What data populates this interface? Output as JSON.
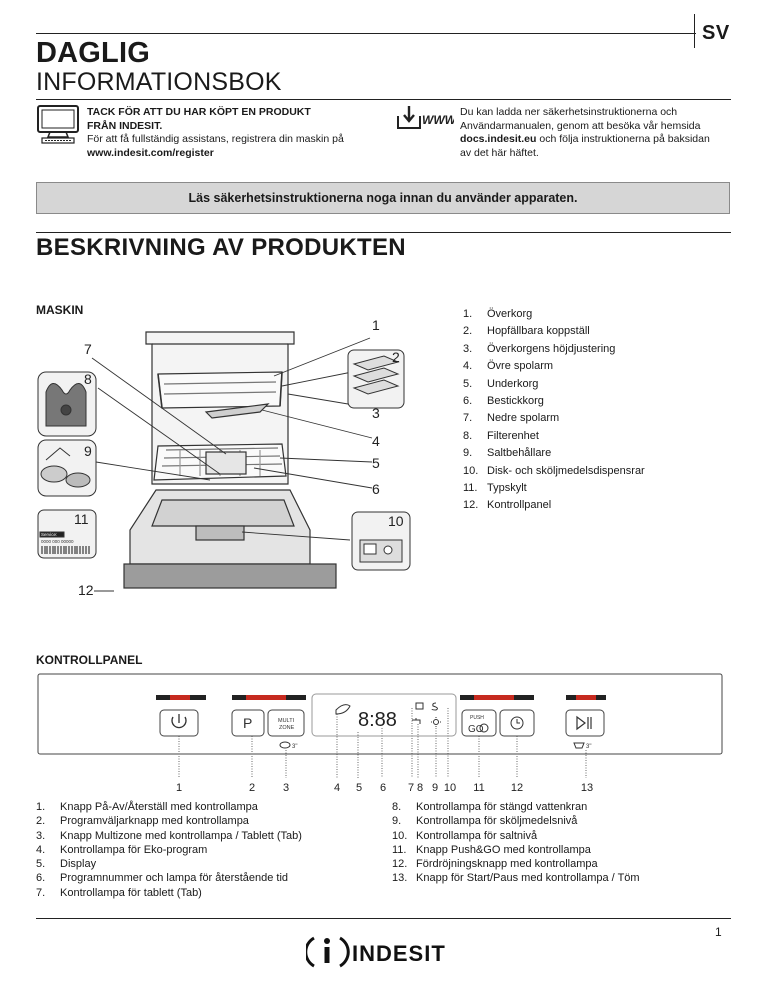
{
  "language": "SV",
  "title": {
    "main": "DAGLIG",
    "sub": "INFORMATIONSBOK"
  },
  "thanks": {
    "heading_line1": "TACK FÖR ATT DU HAR KÖPT EN PRODUKT",
    "heading_line2": "FRÅN INDESIT.",
    "text": "För att få fullständig assistans, registrera din maskin på",
    "url": "www.indesit.com/register"
  },
  "download": {
    "icon_label": "WWW",
    "line1": "Du kan ladda ner säkerhetsinstruktionerna och",
    "line2": "Användarmanualen, genom att besöka vår hemsida",
    "url": "docs.indesit.eu",
    "line3_rest": " och följa instruktionerna på baksidan",
    "line4": "av det här häftet."
  },
  "safety_notice": "Läs säkerhetsinstruktionerna  noga innan du använder apparaten.",
  "section_title": "BESKRIVNING AV PRODUKTEN",
  "machine": {
    "heading": "MASKIN",
    "callouts": [
      "1",
      "2",
      "3",
      "4",
      "5",
      "6",
      "7",
      "8",
      "9",
      "10",
      "11",
      "12"
    ],
    "parts": [
      {
        "n": "1.",
        "label": "Överkorg"
      },
      {
        "n": "2.",
        "label": "Hopfällbara koppställ"
      },
      {
        "n": "3.",
        "label": "Överkorgens höjdjustering"
      },
      {
        "n": "4.",
        "label": "Övre spolarm"
      },
      {
        "n": "5.",
        "label": "Underkorg"
      },
      {
        "n": "6.",
        "label": "Bestickkorg"
      },
      {
        "n": "7.",
        "label": "Nedre spolarm"
      },
      {
        "n": "8.",
        "label": "Filterenhet"
      },
      {
        "n": "9.",
        "label": "Saltbehållare"
      },
      {
        "n": "10.",
        "label": "Disk- och sköljmedelsdispensrar"
      },
      {
        "n": "11.",
        "label": "Typskylt"
      },
      {
        "n": "12.",
        "label": "Kontrollpanel"
      }
    ],
    "rating_plate": {
      "label": "Service:",
      "code": "0000 000 00000"
    }
  },
  "panel": {
    "heading": "KONTROLLPANEL",
    "display_text": "8:88",
    "buttons": {
      "program": "P",
      "multizone_line1": "MULTI",
      "multizone_line2": "ZONE",
      "push_line1": "PUSH",
      "push_line2": "GO",
      "tab_label": "3\"",
      "start_sub": "3\""
    },
    "callouts": [
      "1",
      "2",
      "3",
      "4",
      "5",
      "6",
      "7",
      "8",
      "9",
      "10",
      "11",
      "12",
      "13"
    ],
    "legend_left": [
      {
        "n": "1.",
        "label": "Knapp På-Av/Återställ med kontrollampa"
      },
      {
        "n": "2.",
        "label": "Programväljarknapp med kontrollampa"
      },
      {
        "n": "3.",
        "label": "Knapp Multizone med kontrollampa / Tablett (Tab)"
      },
      {
        "n": "4.",
        "label": "Kontrollampa för Eko-program"
      },
      {
        "n": "5.",
        "label": "Display"
      },
      {
        "n": "6.",
        "label": "Programnummer och lampa för återstående tid"
      },
      {
        "n": "7.",
        "label": "Kontrollampa för tablett (Tab)"
      }
    ],
    "legend_right": [
      {
        "n": "8.",
        "label": "Kontrollampa för stängd vattenkran"
      },
      {
        "n": "9.",
        "label": "Kontrollampa för sköljmedelsnivå"
      },
      {
        "n": "10.",
        "label": "Kontrollampa för saltnivå"
      },
      {
        "n": "11.",
        "label": "Knapp Push&GO med kontrollampa"
      },
      {
        "n": "12.",
        "label": "Fördröjningsknapp med kontrollampa"
      },
      {
        "n": "13.",
        "label": "Knapp för Start/Paus med kontrollampa / Töm"
      }
    ]
  },
  "footer": {
    "page_number": "1",
    "brand": "INDESIT"
  }
}
